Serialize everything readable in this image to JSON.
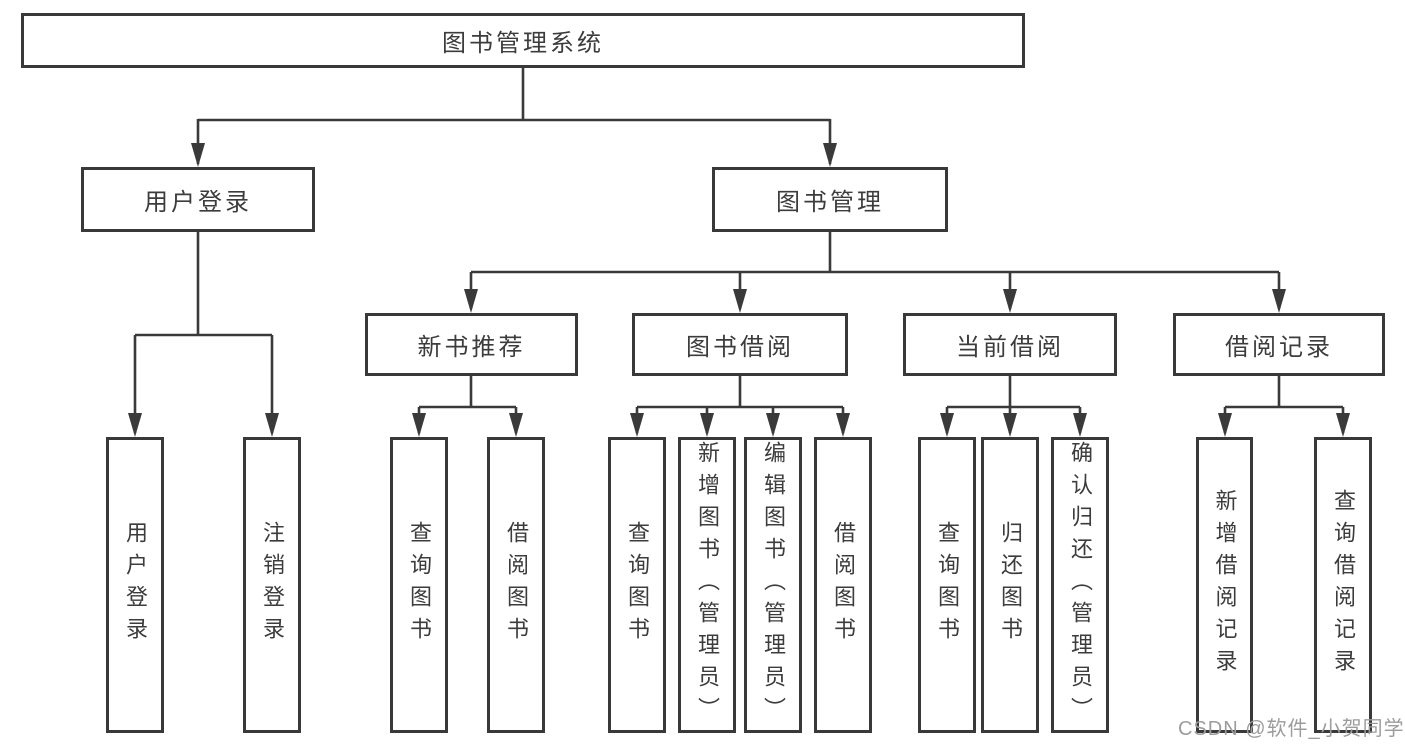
{
  "diagram_title": "图书管理系统",
  "nodes": {
    "root": "图书管理系统",
    "user_login": "用户登录",
    "book_management": "图书管理",
    "new_book_recommendation": "新书推荐",
    "book_borrowing": "图书借阅",
    "current_borrowing": "当前借阅",
    "borrowing_records": "借阅记录",
    "leaf_user_login": "用户登录",
    "leaf_logout": "注销登录",
    "leaf_rec_query_books": "查询图书",
    "leaf_rec_borrow_books": "借阅图书",
    "leaf_bb_query_books": "查询图书",
    "leaf_bb_add_books_admin": "新增图书（管理员）",
    "leaf_bb_edit_books_admin": "编辑图书（管理员）",
    "leaf_bb_borrow_books": "借阅图书",
    "leaf_cb_query_books": "查询图书",
    "leaf_cb_return_books": "归还图书",
    "leaf_cb_confirm_return_admin": "确认归还（管理员）",
    "leaf_br_add_record": "新增借阅记录",
    "leaf_br_query_record": "查询借阅记录"
  },
  "tree": {
    "label": "图书管理系统",
    "children": [
      {
        "label": "用户登录",
        "children": [
          {
            "label": "用户登录"
          },
          {
            "label": "注销登录"
          }
        ]
      },
      {
        "label": "图书管理",
        "children": [
          {
            "label": "新书推荐",
            "children": [
              {
                "label": "查询图书"
              },
              {
                "label": "借阅图书"
              }
            ]
          },
          {
            "label": "图书借阅",
            "children": [
              {
                "label": "查询图书"
              },
              {
                "label": "新增图书（管理员）"
              },
              {
                "label": "编辑图书（管理员）"
              },
              {
                "label": "借阅图书"
              }
            ]
          },
          {
            "label": "当前借阅",
            "children": [
              {
                "label": "查询图书"
              },
              {
                "label": "归还图书"
              },
              {
                "label": "确认归还（管理员）"
              }
            ]
          },
          {
            "label": "借阅记录",
            "children": [
              {
                "label": "新增借阅记录"
              },
              {
                "label": "查询借阅记录"
              }
            ]
          }
        ]
      }
    ]
  },
  "watermark": "CSDN @软件_小贺同学",
  "colors": {
    "line": "#3a3a3a",
    "box_border": "#393939",
    "text": "#3c3c3c",
    "watermark": "#9c9c9c",
    "background": "#ffffff"
  }
}
